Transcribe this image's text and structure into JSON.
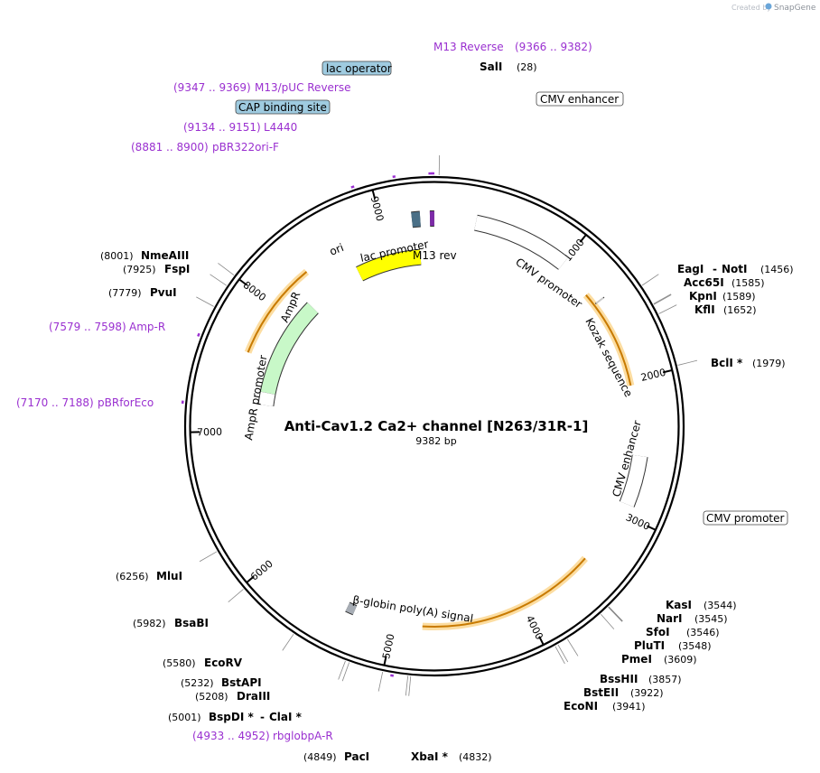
{
  "watermark": {
    "prefix": "Created by",
    "brand": "SnapGene"
  },
  "map": {
    "title": "Anti-Cav1.2 Ca2+ channel [N263/31R-1]",
    "length_label": "9382 bp",
    "total_bp": 9382
  },
  "ticks": [
    "1000",
    "2000",
    "3000",
    "4000",
    "5000",
    "6000",
    "7000",
    "8000",
    "9000"
  ],
  "enzymes": [
    {
      "name": "SalI",
      "pos": "(28)",
      "bp": 28
    },
    {
      "name": "EagI",
      "sep": "-",
      "name2": "NotI",
      "pos": "(1456)",
      "bp": 1456
    },
    {
      "name": "Acc65I",
      "pos": "(1585)",
      "bp": 1585
    },
    {
      "name": "KpnI",
      "pos": "(1589)",
      "bp": 1589
    },
    {
      "name": "KflI",
      "pos": "(1652)",
      "bp": 1652
    },
    {
      "name": "BclI *",
      "pos": "(1979)",
      "bp": 1979
    },
    {
      "name": "KasI",
      "pos": "(3544)",
      "bp": 3544
    },
    {
      "name": "NarI",
      "pos": "(3545)",
      "bp": 3545
    },
    {
      "name": "SfoI",
      "pos": "(3546)",
      "bp": 3546
    },
    {
      "name": "PluTI",
      "pos": "(3548)",
      "bp": 3548
    },
    {
      "name": "PmeI",
      "pos": "(3609)",
      "bp": 3609
    },
    {
      "name": "BssHII",
      "pos": "(3857)",
      "bp": 3857
    },
    {
      "name": "BstEII",
      "pos": "(3922)",
      "bp": 3922
    },
    {
      "name": "EcoNI",
      "pos": "(3941)",
      "bp": 3941
    },
    {
      "name": "XbaI *",
      "pos": "(4832)",
      "bp": 4832
    },
    {
      "name": "PacI",
      "pos": "(4849)",
      "bp": 4849
    },
    {
      "name": "BspDI *",
      "sep": "-",
      "name2": "ClaI *",
      "pos": "(5001)",
      "bp": 5001
    },
    {
      "name": "DraIII",
      "pos": "(5208)",
      "bp": 5208
    },
    {
      "name": "BstAPI",
      "pos": "(5232)",
      "bp": 5232
    },
    {
      "name": "EcoRV",
      "pos": "(5580)",
      "bp": 5580
    },
    {
      "name": "BsaBI",
      "pos": "(5982)",
      "bp": 5982
    },
    {
      "name": "MluI",
      "pos": "(6256)",
      "bp": 6256
    },
    {
      "name": "PvuI",
      "pos": "(7779)",
      "bp": 7779
    },
    {
      "name": "FspI",
      "pos": "(7925)",
      "bp": 7925
    },
    {
      "name": "NmeAIII",
      "pos": "(8001)",
      "bp": 8001
    }
  ],
  "primers": [
    {
      "label": "M13 Reverse",
      "range": "(9366 .. 9382)",
      "start": 9366,
      "end": 9382
    },
    {
      "label": "M13/pUC Reverse",
      "range": "(9347 .. 9369)",
      "start": 9347,
      "end": 9369
    },
    {
      "label": "L4440",
      "range": "(9134 .. 9151)",
      "start": 9134,
      "end": 9151
    },
    {
      "label": "pBR322ori-F",
      "range": "(8881 .. 8900)",
      "start": 8881,
      "end": 8900
    },
    {
      "label": "Amp-R",
      "range": "(7579 .. 7598)",
      "start": 7579,
      "end": 7598
    },
    {
      "label": "pBRforEco",
      "range": "(7170 .. 7188)",
      "start": 7170,
      "end": 7188
    },
    {
      "label": "rbglobpA-R",
      "range": "(4933 .. 4952)",
      "start": 4933,
      "end": 4952
    }
  ],
  "boxed_labels": [
    {
      "label": "lac operator",
      "style": "blue"
    },
    {
      "label": "CAP binding site",
      "style": "blue"
    },
    {
      "label": "CMV enhancer",
      "style": "white"
    },
    {
      "label": "CMV promoter",
      "style": "white"
    }
  ],
  "features": [
    {
      "label": "ori",
      "start": 8700,
      "end": 9260,
      "color": "#ffff00"
    },
    {
      "label": "lac promoter",
      "start": 9220,
      "end": 9280,
      "color": "#4a6f86"
    },
    {
      "label": "M13 rev",
      "start": 9350,
      "end": 9381,
      "color": "#7d2aa8"
    },
    {
      "label": "CMV promoter",
      "start": 300,
      "end": 1000,
      "color": "#ffffff"
    },
    {
      "label": "Kozak sequence",
      "start": 1370,
      "end": 1380,
      "color": "#cccccc"
    },
    {
      "label": "CMV enhancer",
      "start": 2560,
      "end": 2920,
      "color": "#ffffff"
    },
    {
      "label": "AmpR",
      "start": 7330,
      "end": 8190,
      "color": "#c8f8c8"
    },
    {
      "label": "AmpR promoter",
      "start": 7220,
      "end": 7330,
      "color": "#ffffff"
    },
    {
      "label": "β-globin poly(A) signal",
      "start": 5300,
      "end": 5360,
      "color": "#a7adb5"
    }
  ],
  "orange_arcs": [
    {
      "start": 1280,
      "end": 2040
    },
    {
      "start": 3420,
      "end": 4780
    },
    {
      "start": 7600,
      "end": 8350
    }
  ]
}
